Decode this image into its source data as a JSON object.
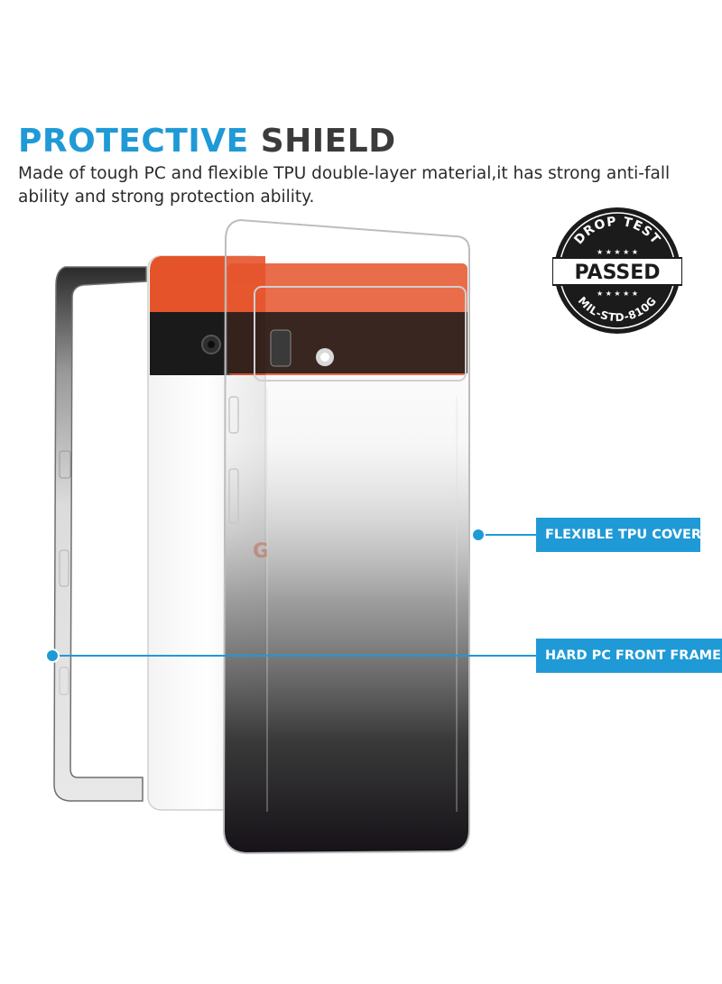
{
  "heading": {
    "word1": "PROTECTIVE",
    "word2": "SHIELD"
  },
  "description": "Made of tough PC and flexible TPU double-layer material,it has strong anti-fall ability and strong protection ability.",
  "callouts": {
    "tpu_label": "FLEXIBLE TPU COVER",
    "pc_label": "HARD PC FRONT FRAME"
  },
  "badge": {
    "top_text": "DROP TEST",
    "main_text": "PASSED",
    "bottom_text": "MIL-STD-810G"
  },
  "phone_logo": "G",
  "colors": {
    "accent": "#1f9ad6",
    "heading_dark": "#3b3b3b",
    "phone_orange": "#e5532a",
    "badge_dark": "#1b1b1b"
  }
}
